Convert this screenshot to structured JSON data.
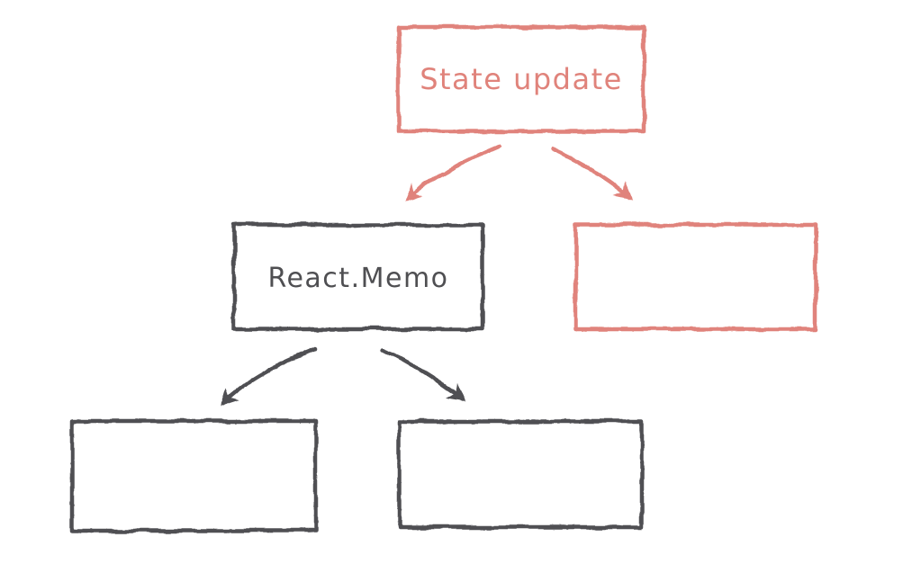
{
  "colors": {
    "red": "#e0837b",
    "dark": "#4f4f52"
  },
  "nodes": [
    {
      "id": "state-update",
      "label": "State update",
      "color": "red"
    },
    {
      "id": "react-memo",
      "label": "React.Memo",
      "color": "dark"
    },
    {
      "id": "empty-red",
      "label": "",
      "color": "red"
    },
    {
      "id": "empty-dark-left",
      "label": "",
      "color": "dark"
    },
    {
      "id": "empty-dark-right",
      "label": "",
      "color": "dark"
    }
  ],
  "edges": [
    {
      "from": "state-update",
      "to": "react-memo",
      "color": "red"
    },
    {
      "from": "state-update",
      "to": "empty-red",
      "color": "red"
    },
    {
      "from": "react-memo",
      "to": "empty-dark-left",
      "color": "dark"
    },
    {
      "from": "react-memo",
      "to": "empty-dark-right",
      "color": "dark"
    }
  ]
}
